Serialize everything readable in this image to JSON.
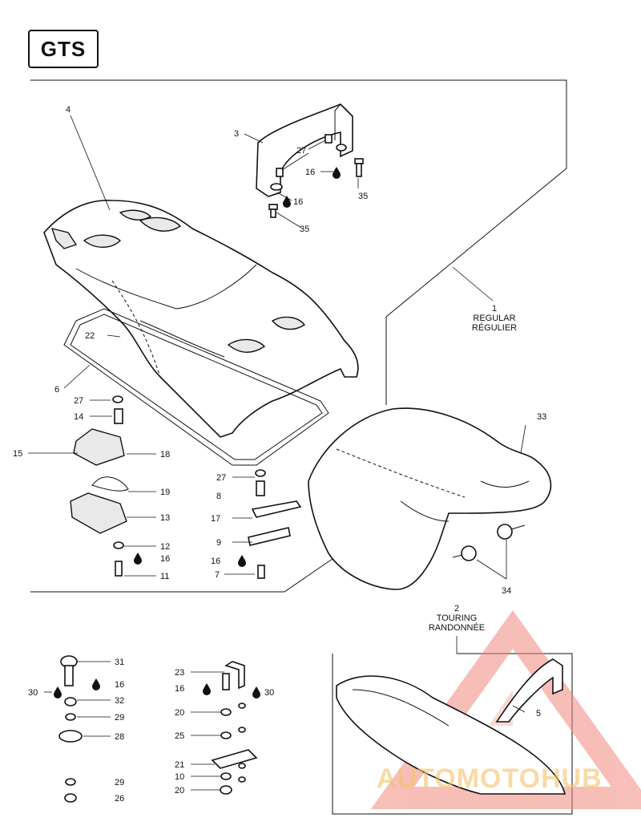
{
  "model_code": "GTS",
  "options": {
    "regular": {
      "number": "1",
      "label_en": "REGULAR",
      "label_fr": "RÉGULIER"
    },
    "touring": {
      "number": "2",
      "label_en": "TOURING",
      "label_fr": "RANDONNÉE"
    }
  },
  "callouts": {
    "n3": "3",
    "n4": "4",
    "n5": "5",
    "n6": "6",
    "n7": "7",
    "n8": "8",
    "n9": "9",
    "n10": "10",
    "n11": "11",
    "n12": "12",
    "n13": "13",
    "n14": "14",
    "n15": "15",
    "n16a": "16",
    "n16b": "16",
    "n16c": "16",
    "n16d": "16",
    "n16e": "16",
    "n16f": "16",
    "n17": "17",
    "n18": "18",
    "n19": "19",
    "n20a": "20",
    "n20b": "20",
    "n21": "21",
    "n22": "22",
    "n23": "23",
    "n25": "25",
    "n26": "26",
    "n27a": "27",
    "n27b": "27",
    "n27c": "27",
    "n28": "28",
    "n29a": "29",
    "n29b": "29",
    "n30a": "30",
    "n30b": "30",
    "n31": "31",
    "n32": "32",
    "n33": "33",
    "n34": "34",
    "n35a": "35",
    "n35b": "35"
  },
  "watermark": {
    "text": "AUTOMOTOHUB",
    "accent_colors": [
      "#f08a7e",
      "#f5c26b",
      "#bfbfbf"
    ]
  }
}
